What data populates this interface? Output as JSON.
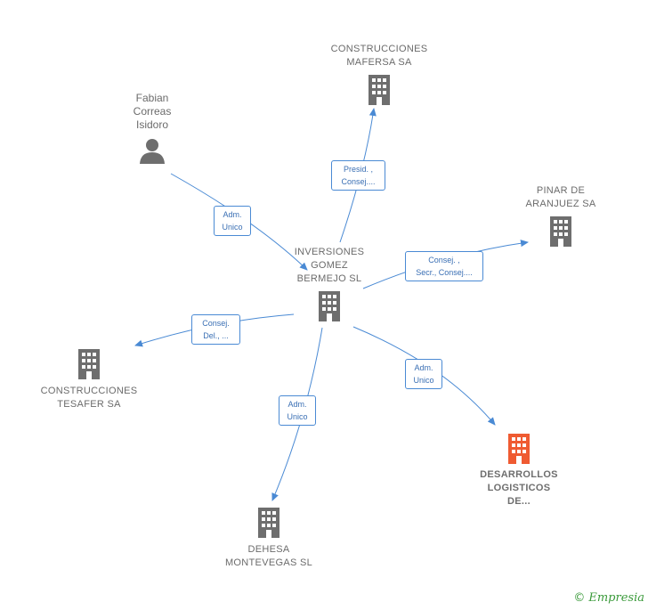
{
  "colors": {
    "building": "#6e6e6e",
    "highlight": "#ef5b32",
    "edge": "#4a8ad4",
    "text": "#6b6b6b"
  },
  "nodes": {
    "mafersa": {
      "label": "CONSTRUCCIONES\nMAFERSA SA",
      "icon": "building-icon"
    },
    "fabian": {
      "label": "Fabian\nCorreas\nIsidoro",
      "icon": "person-icon"
    },
    "pinar": {
      "label": "PINAR DE\nARANJUEZ SA",
      "icon": "building-icon"
    },
    "gomez": {
      "label": "INVERSIONES\nGOMEZ\nBERMEJO SL",
      "icon": "building-icon"
    },
    "tesafer": {
      "label": "CONSTRUCCIONES\nTESAFER SA",
      "icon": "building-icon"
    },
    "desarrollos": {
      "label": "DESARROLLOS\nLOGISTICOS\nDE...",
      "icon": "building-icon"
    },
    "dehesa": {
      "label": "DEHESA\nMONTEVEGAS SL",
      "icon": "building-icon"
    }
  },
  "edges": {
    "fabian_gomez": [
      "Adm.",
      "Unico"
    ],
    "gomez_mafersa": [
      "Presid. ,",
      "Consej...."
    ],
    "gomez_pinar": [
      "Consej. ,",
      "Secr., Consej...."
    ],
    "gomez_tesafer": [
      "Consej.",
      "Del., ..."
    ],
    "gomez_desarrollos": [
      "Adm.",
      "Unico"
    ],
    "gomez_dehesa": [
      "Adm.",
      "Unico"
    ]
  },
  "footer": {
    "copyright": "©",
    "brand": "Empresia"
  }
}
